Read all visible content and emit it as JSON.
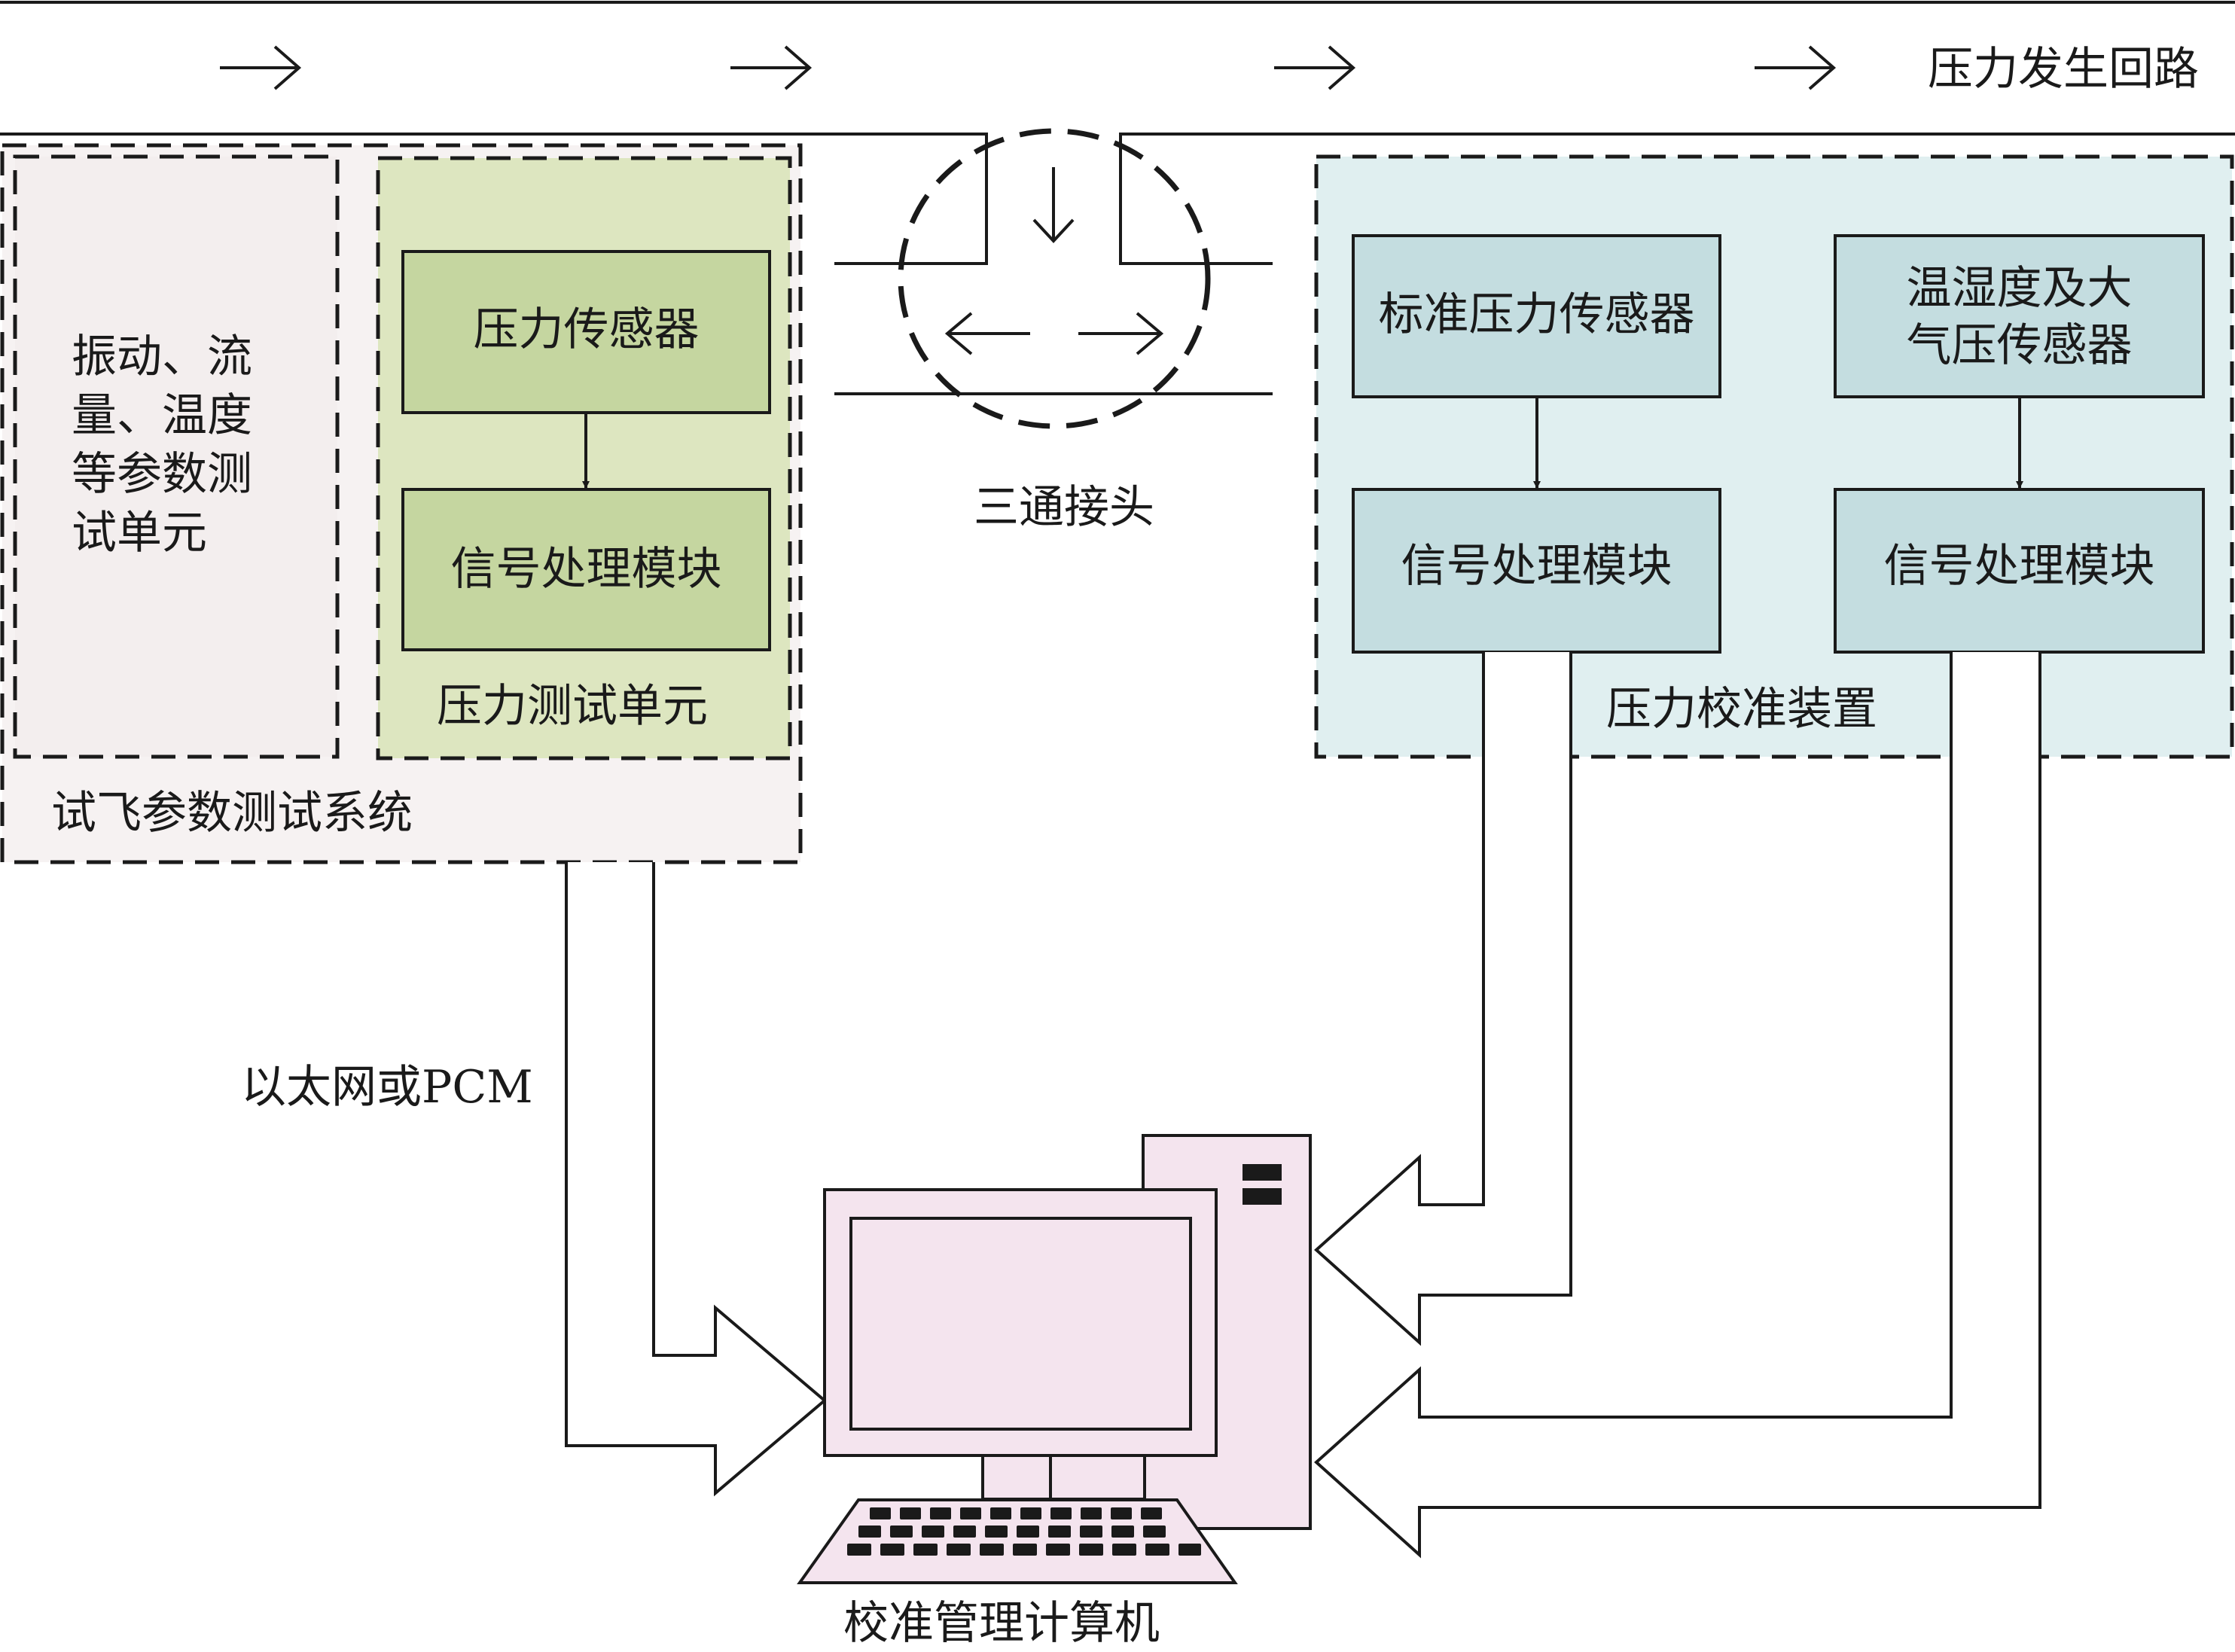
{
  "title": "压力发生回路",
  "tee_label": "三通接头",
  "left_system": {
    "label": "试飞参数测试系统",
    "other_unit_lines": [
      "振动、流",
      "量、温度",
      "等参数测",
      "试单元"
    ],
    "pressure_unit": {
      "label": "压力测试单元",
      "sensor": "压力传感器",
      "processor": "信号处理模块"
    }
  },
  "calibration_device": {
    "label": "压力校准装置",
    "standard_sensor": "标准压力传感器",
    "env_sensor_lines": [
      "温湿度及大",
      "气压传感器"
    ],
    "processor_1": "信号处理模块",
    "processor_2": "信号处理模块"
  },
  "link_label": "以太网或PCM",
  "computer_label": "校准管理计算机",
  "colors": {
    "green_region": "#dde6c0",
    "green_box": "#c5d6a0",
    "left_region": "#f6f2f2",
    "left_inner": "#f3eeee",
    "cyan_region": "#e0eff0",
    "cyan_box": "#c4dde0",
    "computer": "#f4e4ee",
    "stroke": "#1a1a1a"
  },
  "icons": [
    "flow-arrow-icon",
    "down-arrow-icon",
    "left-arrow-icon",
    "right-arrow-icon",
    "computer-icon",
    "keyboard-icon"
  ]
}
